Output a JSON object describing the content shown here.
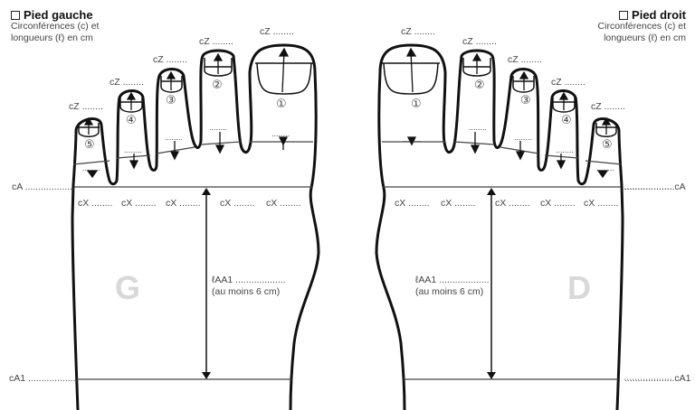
{
  "left_foot": {
    "title": "Pied gauche",
    "subtitle_line1": "Circonférences (c) et",
    "subtitle_line2": "longueurs (ℓ) en cm",
    "side_letter": "G",
    "toe_labels": [
      "cZ ........",
      "cZ ........",
      "cZ ........",
      "cZ ........",
      "cZ ........"
    ],
    "toe_numbers": [
      "①",
      "②",
      "③",
      "④",
      "⑤"
    ],
    "cA_label": "cA ...................",
    "cX_labels": [
      "cX ........",
      "cX ........",
      "cX ........",
      "cX ........",
      "cX ........"
    ],
    "length_label": "ℓAA1 ...................",
    "length_note": "(au moins 6 cm)",
    "cA1_label": "cA1 ...................",
    "toe_base_dots": [
      "........",
      "........",
      "........",
      "........",
      "........"
    ]
  },
  "right_foot": {
    "title": "Pied droit",
    "subtitle_line1": "Circonférences (c) et",
    "subtitle_line2": "longueurs (ℓ) en cm",
    "side_letter": "D",
    "toe_labels": [
      "cZ ........",
      "cZ ........",
      "cZ ........",
      "cZ ........",
      "cZ ........"
    ],
    "toe_numbers": [
      "①",
      "②",
      "③",
      "④",
      "⑤"
    ],
    "cA_label": "...................cA",
    "cX_labels": [
      "cX ........",
      "cX ........",
      "cX ........",
      "cX ........",
      "cX ........"
    ],
    "length_label": "ℓAA1 ...................",
    "length_note": "(au moins 6 cm)",
    "cA1_label": "...................cA1",
    "toe_base_dots": [
      "........",
      "........",
      "........",
      "........",
      "........"
    ]
  },
  "colors": {
    "outline": "#111111",
    "thin_line": "#444444",
    "text": "#444444",
    "side_letter": "#d8d8d8"
  }
}
